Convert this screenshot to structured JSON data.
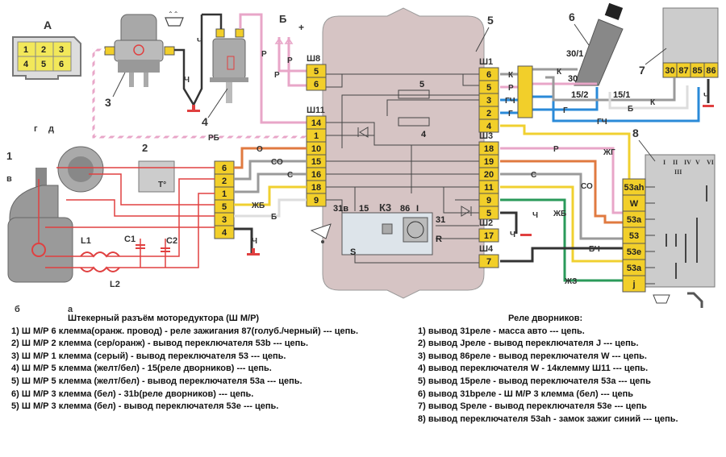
{
  "diagram": {
    "title_connector": "A",
    "connector_a_pins": [
      "1",
      "2",
      "3",
      "4",
      "5",
      "6"
    ],
    "component_labels": {
      "motor": "1",
      "thermal_switch": "2",
      "washer_pump": "3",
      "rear_washer": "4",
      "mounting_block": "5",
      "ignition_switch": "6",
      "ignition_relay": "7",
      "wiper_switch": "8"
    },
    "motor_part_labels": {
      "g": "г",
      "d": "д",
      "v": "в",
      "b": "б",
      "a": "а"
    },
    "filter_labels": {
      "l1": "L1",
      "l2": "L2",
      "c1": "C1",
      "c2": "C2"
    },
    "thermal_label": "T°",
    "power_label": "Б",
    "plus_label": "+",
    "motor_connector_pins": [
      "6",
      "2",
      "1",
      "5",
      "3",
      "4"
    ],
    "blocks": {
      "sh8": {
        "name": "Ш8",
        "pins": [
          "5",
          "6"
        ]
      },
      "sh11": {
        "name": "Ш11",
        "pins": [
          "14",
          "1",
          "10",
          "15",
          "16",
          "18",
          "9"
        ]
      },
      "sh1": {
        "name": "Ш1",
        "pins": [
          "6",
          "5",
          "3",
          "2",
          "4"
        ]
      },
      "sh3": {
        "name": "Ш3",
        "pins": [
          "18",
          "19",
          "20",
          "11",
          "9",
          "5"
        ]
      },
      "sh2": {
        "name": "Ш2",
        "pins": [
          "17"
        ]
      },
      "sh4": {
        "name": "Ш4",
        "pins": [
          "7"
        ]
      }
    },
    "fuse_labels": [
      "5",
      "4"
    ],
    "relay": {
      "name": "К3",
      "pin_31v": "31в",
      "pin_15": "15",
      "pin_86": "86",
      "pin_i": "I",
      "pin_31": "31",
      "pin_r": "R",
      "pin_s": "S"
    },
    "ignition_pins": {
      "p30_1": "30/1",
      "p30": "30",
      "p15_2": "15/2",
      "p15_1": "15/1"
    },
    "relay7_pins": [
      "30",
      "87",
      "85",
      "86"
    ],
    "switch8_pins": [
      "53ah",
      "W",
      "53a",
      "53",
      "53e",
      "53a",
      "j"
    ],
    "switch8_positions": [
      "I",
      "II",
      "III",
      "IV",
      "V",
      "VI"
    ],
    "wire_labels": {
      "rb": "РБ",
      "r": "Р",
      "ch": "Ч",
      "o": "О",
      "so": "СО",
      "s": "С",
      "zhb": "ЖБ",
      "b": "Б",
      "k": "К",
      "gch": "ГЧ",
      "g": "Г",
      "zhg": "ЖГ",
      "bch": "БЧ",
      "zhz": "ЖЗ"
    },
    "wire_colors": {
      "pink": "#e8a6c8",
      "orange": "#e07a40",
      "gray": "#9a9a9a",
      "yellow": "#f0d030",
      "white": "#ffffff",
      "black": "#333333",
      "blue": "#2a8ad8",
      "green": "#2a9a5a",
      "red": "#e04040",
      "connector": "#f2cf2a",
      "block": "#d6c4c4"
    }
  },
  "notes_left": {
    "title": "Штекерный разъём моторедуктора (Ш М/Р)",
    "items": [
      "1) Ш М/Р 6 клемма(оранж. провод) - реле зажигания 87(голуб./черный)  --- цепь.",
      "2) Ш М/Р 2 клемма (сер/оранж) - вывод переключателя 53b  --- цепь.",
      "3) Ш М/Р 1 клемма (серый) - вывод переключателя 53  --- цепь.",
      "4) Ш М/Р 5 клемма (желт/бел) - 15(реле дворников) --- цепь.",
      "5) Ш М/Р 5 клемма (желт/бел) - вывод переключателя 53а  --- цепь.",
      "6) Ш М/Р 3 клемма (бел) - 31b(реле дворников) --- цепь.",
      "5) Ш М/Р 3 клемма (бел) - вывод переключателя 53е  --- цепь."
    ]
  },
  "notes_right": {
    "title": "Реле дворников:",
    "items": [
      "1) вывод 31реле - масса авто  --- цепь.",
      "2)  вывод Jреле - вывод переключателя J  --- цепь.",
      "3)  вывод 86реле - вывод переключателя W  --- цепь.",
      "4) вывод переключателя W - 14клемму Ш11  --- цепь.",
      "5) вывод 15реле - вывод переключателя 53а  --- цепь",
      "6) вывод 31bреле - Ш М/Р 3 клемма (бел)  --- цепь",
      "7) вывод Sреле - вывод переключателя 53е  --- цепь",
      "8) вывод переключателя 53ah - замок зажиг синий  --- цепь."
    ]
  }
}
